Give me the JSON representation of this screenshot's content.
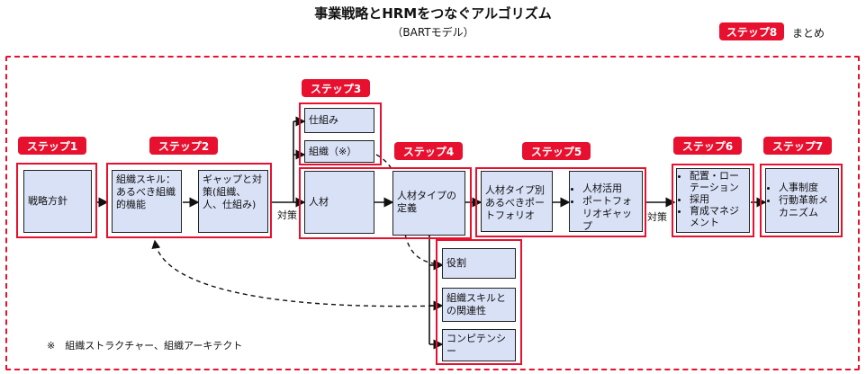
{
  "header": {
    "title": "事業戦略とHRMをつなぐアルゴリズム",
    "subtitle": "（BARTモデル）"
  },
  "step8": {
    "badge": "ステップ8",
    "label": "まとめ"
  },
  "steps": {
    "s1": "ステップ1",
    "s2": "ステップ2",
    "s3": "ステップ3",
    "s4": "ステップ4",
    "s5": "ステップ5",
    "s6": "ステップ6",
    "s7": "ステップ7"
  },
  "boxes": {
    "strategy": "戦略方針",
    "org_skill": "組織スキル：あるべき組織的機能",
    "gap": "ギャップと対策(組織、人、仕組み)",
    "shikumi": "仕組み",
    "soshiki": "組織（※）",
    "jinzai": "人材",
    "type_def": "人材タイプの定義",
    "portfolio": "人材タイプ別あるべきポートフォリオ",
    "yakuwari": "役割",
    "relation": "組織スキルとの関連性",
    "competency": "コンピテンシー"
  },
  "lists": {
    "s5": [
      "人材活用",
      "ポートフォリオギャップ"
    ],
    "s6": [
      "配置・ローテーション",
      "採用",
      "育成マネジメント"
    ],
    "s7": [
      "人事制度",
      "行動革新メカニズム"
    ]
  },
  "labels": {
    "taisaku1": "対策",
    "taisaku2": "対策"
  },
  "note": "※　組織ストラクチャー、組織アーキテクト",
  "colors": {
    "accent": "#e8102f",
    "box_fill": "#d9e1f7"
  }
}
